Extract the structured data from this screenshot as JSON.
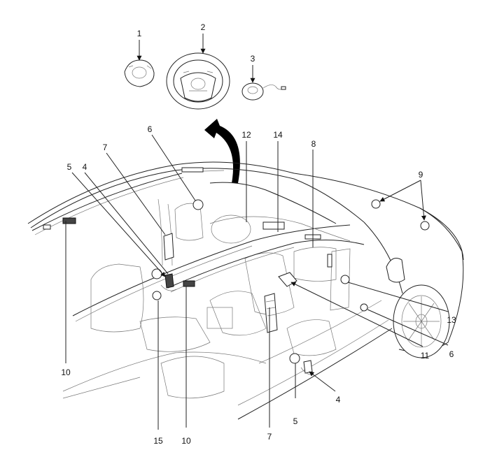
{
  "callouts": {
    "top_1": "1",
    "top_2": "2",
    "top_3": "3",
    "c12": "12",
    "c14": "14",
    "c8": "8",
    "c6_top": "6",
    "c7_top": "7",
    "c5_top": "5",
    "c4_top": "4",
    "c9": "9",
    "c10_left": "10",
    "c10_mid": "10",
    "c15": "15",
    "c7_bot": "7",
    "c5_bot": "5",
    "c4_bot": "4",
    "c11": "11",
    "c6_right": "6",
    "c13": "13"
  }
}
